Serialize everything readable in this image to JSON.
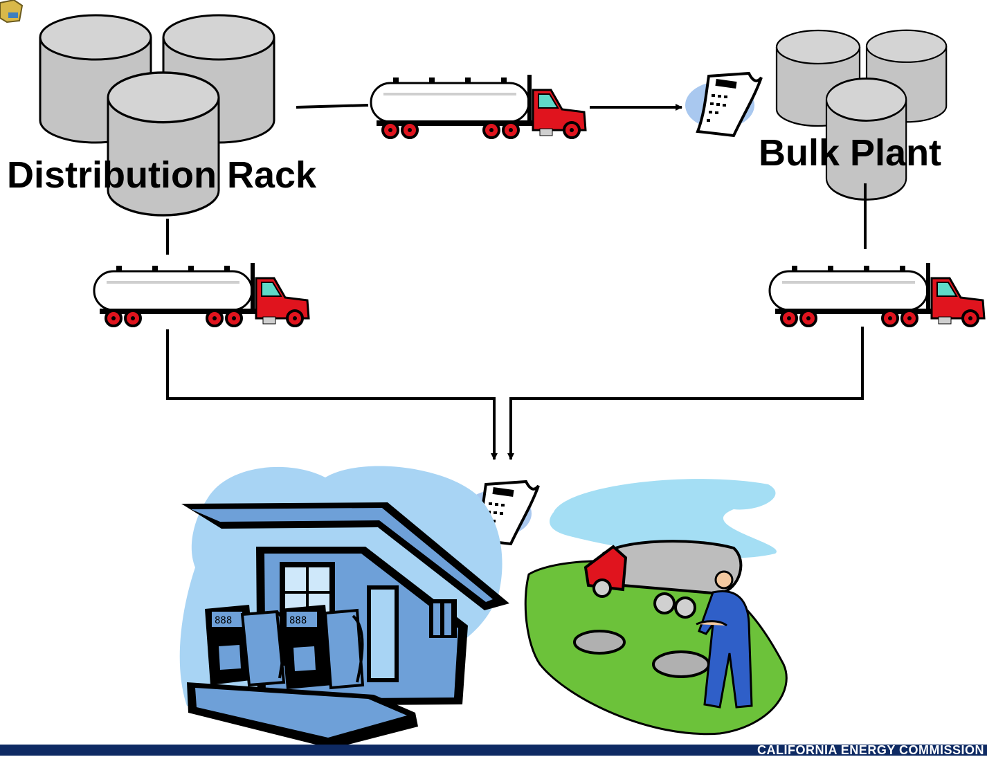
{
  "labels": {
    "distribution_rack": "Distribution Rack",
    "bulk_plant": "Bulk Plant"
  },
  "footer": {
    "site": "CALIFORNIA ENERGY COMMISSION"
  },
  "colors": {
    "tank_fill": "#c8c8c8",
    "truck_cab": "#e0141e",
    "truck_window": "#5fd9c8",
    "tanker": "#ffffff",
    "receipt_blob": "#a9c8ef",
    "station_sky": "#a8d4f4",
    "station_building": "#6ea0d8",
    "field_green": "#6cc23a",
    "sky_blob": "#a4def4",
    "footer_bg": "#0e2a63"
  },
  "icons": [
    "seal-icon",
    "storage-tanks-icon",
    "tanker-truck-icon",
    "receipt-icon",
    "gas-station-icon",
    "fuel-delivery-icon"
  ]
}
